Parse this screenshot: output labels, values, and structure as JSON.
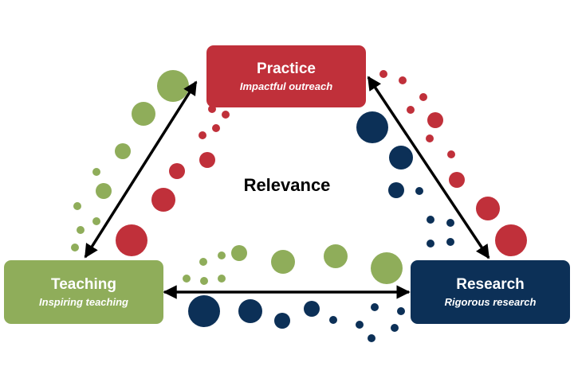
{
  "colors": {
    "practice": "#c0303a",
    "teaching": "#8fad5a",
    "research": "#0c3057",
    "arrow": "#000000"
  },
  "nodes": {
    "practice": {
      "title": "Practice",
      "subtitle": "Impactful outreach"
    },
    "teaching": {
      "title": "Teaching",
      "subtitle": "Inspiring teaching"
    },
    "research": {
      "title": "Research",
      "subtitle": "Rigorous research"
    }
  },
  "center_label": "Relevance",
  "arrows": [
    {
      "from": "practice",
      "to": "teaching",
      "direction": "both"
    },
    {
      "from": "practice",
      "to": "research",
      "direction": "both"
    },
    {
      "from": "teaching",
      "to": "research",
      "direction": "both"
    }
  ]
}
